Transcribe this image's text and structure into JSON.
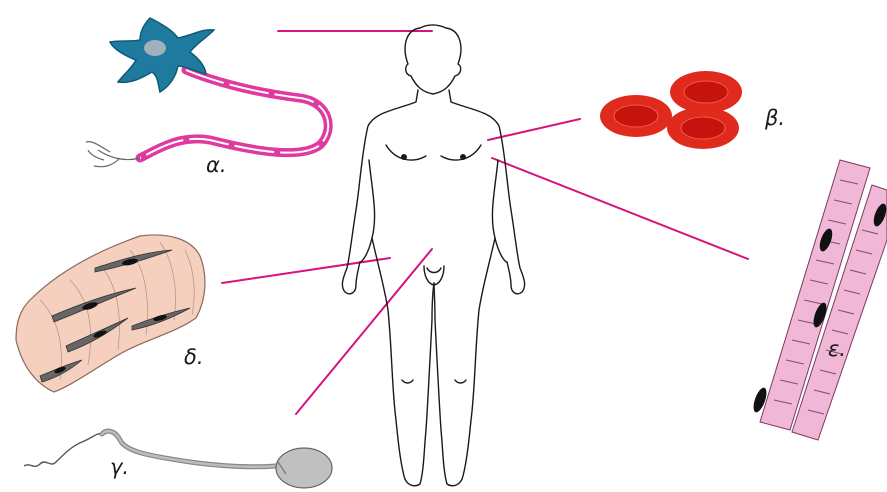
{
  "labels": {
    "neuron": "α.",
    "blood": "β.",
    "sperm": "γ.",
    "smooth_muscle": "δ.",
    "cardiac_muscle": "ε."
  },
  "colors": {
    "pointer_line": "#d6137f",
    "neuron_body": "#1f7aa0",
    "myelin": "#e0399f",
    "red_cell": "#e02a1e",
    "smooth_muscle": "#f6d0bf",
    "cardiac_muscle": "#f0b8d6"
  }
}
